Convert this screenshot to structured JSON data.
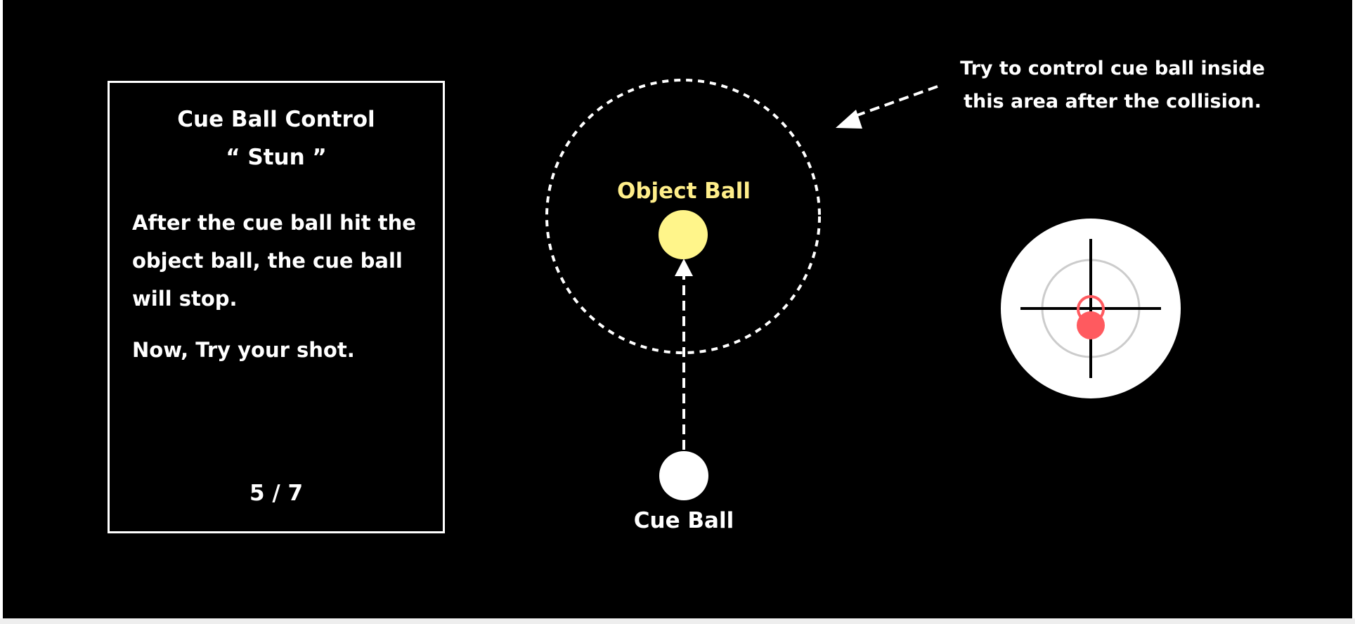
{
  "card": {
    "title": "Cue Ball Control",
    "subtitle": "“ Stun ”",
    "description": "After the cue ball hit the object ball, the cue ball will stop.",
    "prompt": "Now, Try your shot.",
    "page": "5 / 7"
  },
  "diagram": {
    "object_ball_label": "Object Ball",
    "cue_ball_label": "Cue Ball",
    "hint_line1": "Try to control cue ball inside",
    "hint_line2": "this area after the collision."
  },
  "cue_tip": {
    "aim": "below-center"
  },
  "colors": {
    "background": "#000000",
    "object_ball": "#FFF58A",
    "object_label": "#FFEE8A",
    "cue_ball": "#FFFFFF",
    "tip_marker": "#FF5A5F",
    "target_ring": "#CCCCCC"
  }
}
